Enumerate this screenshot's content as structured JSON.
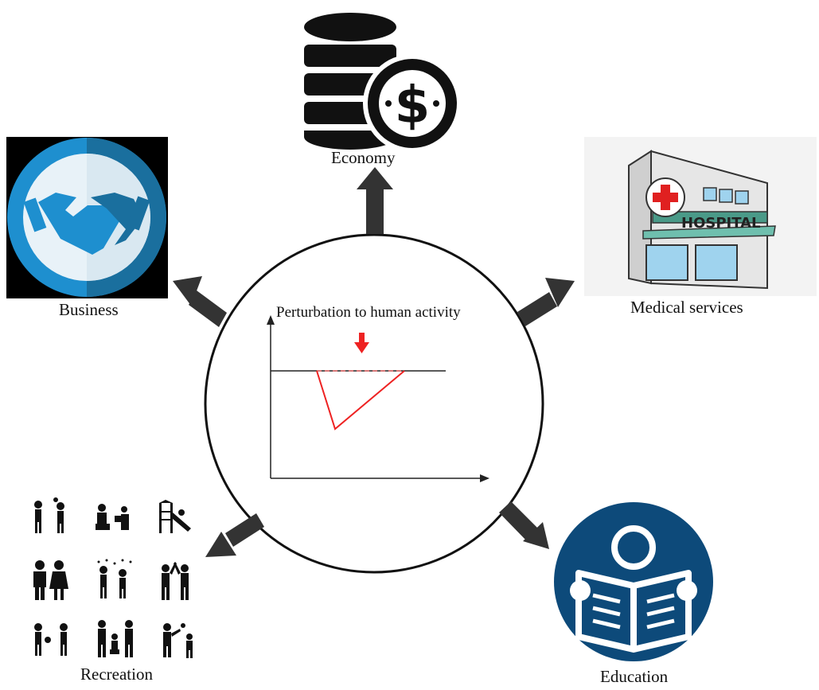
{
  "center": {
    "title": "Perturbation to human activity"
  },
  "nodes": {
    "economy": {
      "label": "Economy",
      "icon": "database-dollar-icon"
    },
    "business": {
      "label": "Business",
      "icon": "handshake-icon"
    },
    "medical": {
      "label": "Medical services",
      "icon": "hospital-icon",
      "sign_text": "HOSPITAL"
    },
    "recreation": {
      "label": "Recreation",
      "icon": "people-activities-icon"
    },
    "education": {
      "label": "Education",
      "icon": "reading-book-icon"
    }
  },
  "colors": {
    "arrow": "#333333",
    "perturbation": "#ee2222",
    "business_blue": "#1e8fcf",
    "education_blue": "#0d4a7a",
    "hospital_cross": "#e02020"
  }
}
